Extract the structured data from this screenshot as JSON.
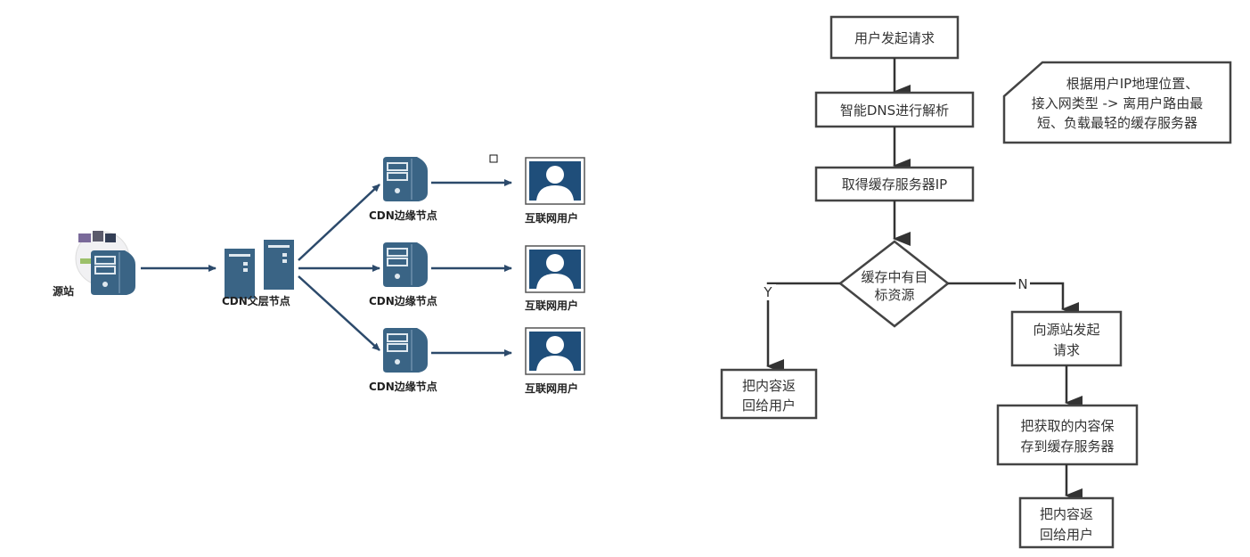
{
  "left_diagram": {
    "origin": {
      "label": "源站",
      "icon": "origin-server-icon"
    },
    "parent": {
      "label": "CDN父层节点",
      "icon": "parent-server-icon"
    },
    "edges": [
      {
        "label": "CDN边缘节点",
        "user_label": "互联网用户"
      },
      {
        "label": "CDN边缘节点",
        "user_label": "互联网用户"
      },
      {
        "label": "CDN边缘节点",
        "user_label": "互联网用户"
      }
    ],
    "colors": {
      "server": "#3a6485",
      "arrow": "#2c4a6b",
      "user_bg": "#1f4e7a"
    }
  },
  "flowchart": {
    "steps": {
      "start": "用户发起请求",
      "dns": "智能DNS进行解析",
      "get_ip": "取得缓存服务器IP",
      "decision_line1": "缓存中有目",
      "decision_line2": "标资源",
      "yes_label": "Y",
      "no_label": "N",
      "yes_return_line1": "把内容返",
      "yes_return_line2": "回给用户",
      "origin_req_line1": "向源站发起",
      "origin_req_line2": "请求",
      "save_line1": "把获取的内容保",
      "save_line2": "存到缓存服务器",
      "final_return_line1": "把内容返",
      "final_return_line2": "回给用户"
    },
    "note": {
      "line1": "根据用户IP地理位置、",
      "line2": "接入网类型 -> 离用户路由最",
      "line3": "短、负载最轻的缓存服务器"
    }
  }
}
